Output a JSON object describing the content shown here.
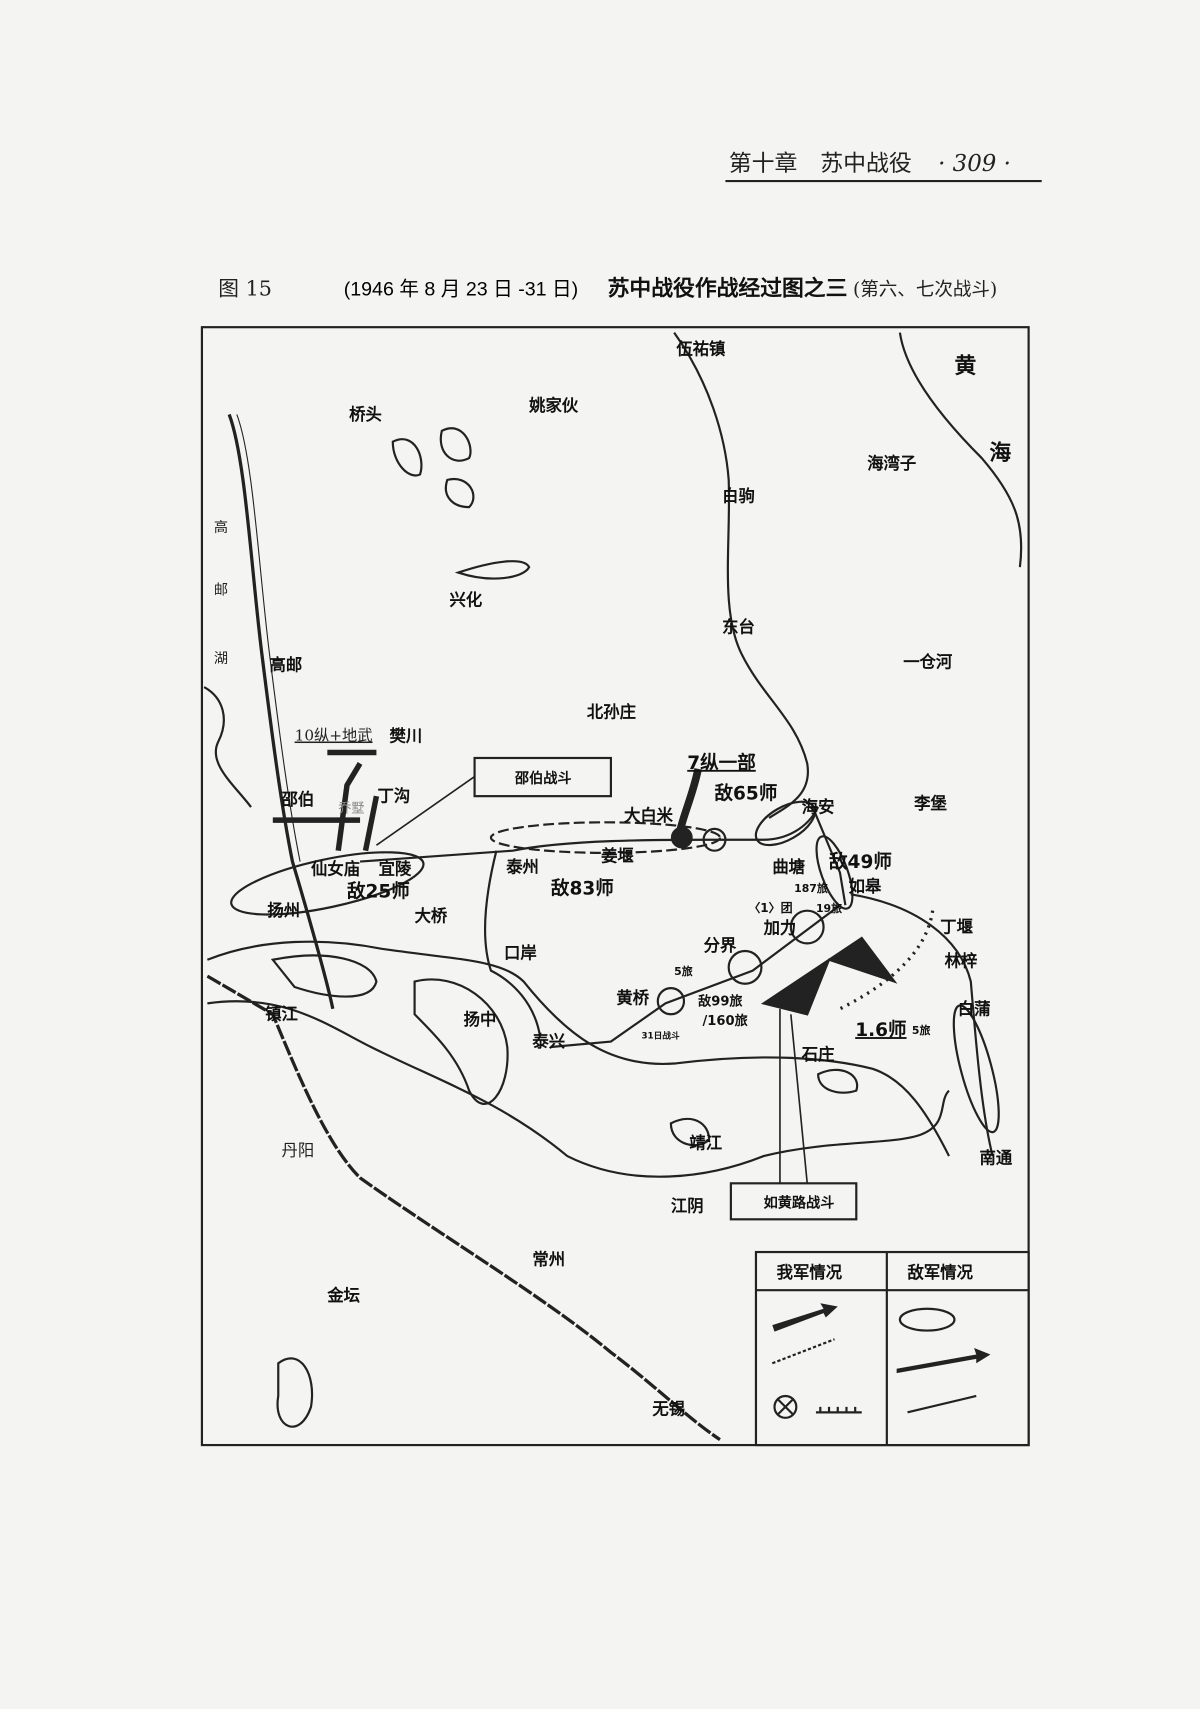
{
  "header": {
    "chapter": "第十章　苏中战役",
    "page_number": "· 309 ·"
  },
  "figure": {
    "number": "图 15",
    "date_range": "(1946 年 8 月 23 日 -31 日)",
    "title": "苏中战役作战经过图之三",
    "subtitle": "(第六、七次战斗)"
  },
  "map": {
    "places": {
      "wuyouzhen": "伍祐镇",
      "qiaotou": "桥头",
      "yaojiahuo": "姚家伙",
      "haiwanzi": "海湾子",
      "baiju": "白驹",
      "xinghua": "兴化",
      "dongtai": "东台",
      "gaoyou": "高邮",
      "yicanghe": "一仓河",
      "beisunzhuang": "北孙庄",
      "fanchuan": "樊川",
      "shaobo": "邵伯",
      "qiaoshu": "乔墅",
      "dinggou": "丁沟",
      "dabaimi": "大白米",
      "haian": "海安",
      "libao": "李堡",
      "jiangyan": "姜堰",
      "qutang": "曲塘",
      "taizhou": "泰州",
      "xiannvmiao": "仙女庙",
      "yiling": "宜陵",
      "rugao": "如皋",
      "jiali": "加力",
      "yangzhou": "扬州",
      "daqiao": "大桥",
      "dingyan": "丁堰",
      "fenjie": "分界",
      "linzi": "林梓",
      "kouan": "口岸",
      "huangqiao": "黄桥",
      "zhenjiang": "镇江",
      "yangzhong": "扬中",
      "taixing": "泰兴",
      "baipu": "白蒲",
      "shizhuang": "石庄",
      "danyang": "丹阳",
      "jingjiang": "靖江",
      "nantong": "南通",
      "jiangyin": "江阴",
      "changzhou": "常州",
      "jintan": "金坛",
      "wuxi": "无锡"
    },
    "water": {
      "huang": "黄",
      "hai": "海",
      "gaoyou_lake": [
        "高",
        "邮",
        "湖"
      ]
    },
    "units": {
      "col10": "10纵+地武",
      "col7": "7纵一部",
      "enemy65": "敌65师",
      "enemy83": "敌83师",
      "enemy25": "敌25师",
      "enemy49": "敌49师",
      "b187": "187旅",
      "paren1": "〈1〉团",
      "b19": "19旅",
      "b5": "5旅",
      "enemy99": "敌99旅",
      "b160": "/160旅",
      "day31": "31日战斗",
      "div16": "1.6师",
      "div16b": "5旅"
    },
    "callouts": {
      "shaobo_battle": "邵伯战斗",
      "ruhuang_battle": "如黄路战斗"
    },
    "legend": {
      "ours": "我军情况",
      "enemy": "敌军情况"
    }
  }
}
